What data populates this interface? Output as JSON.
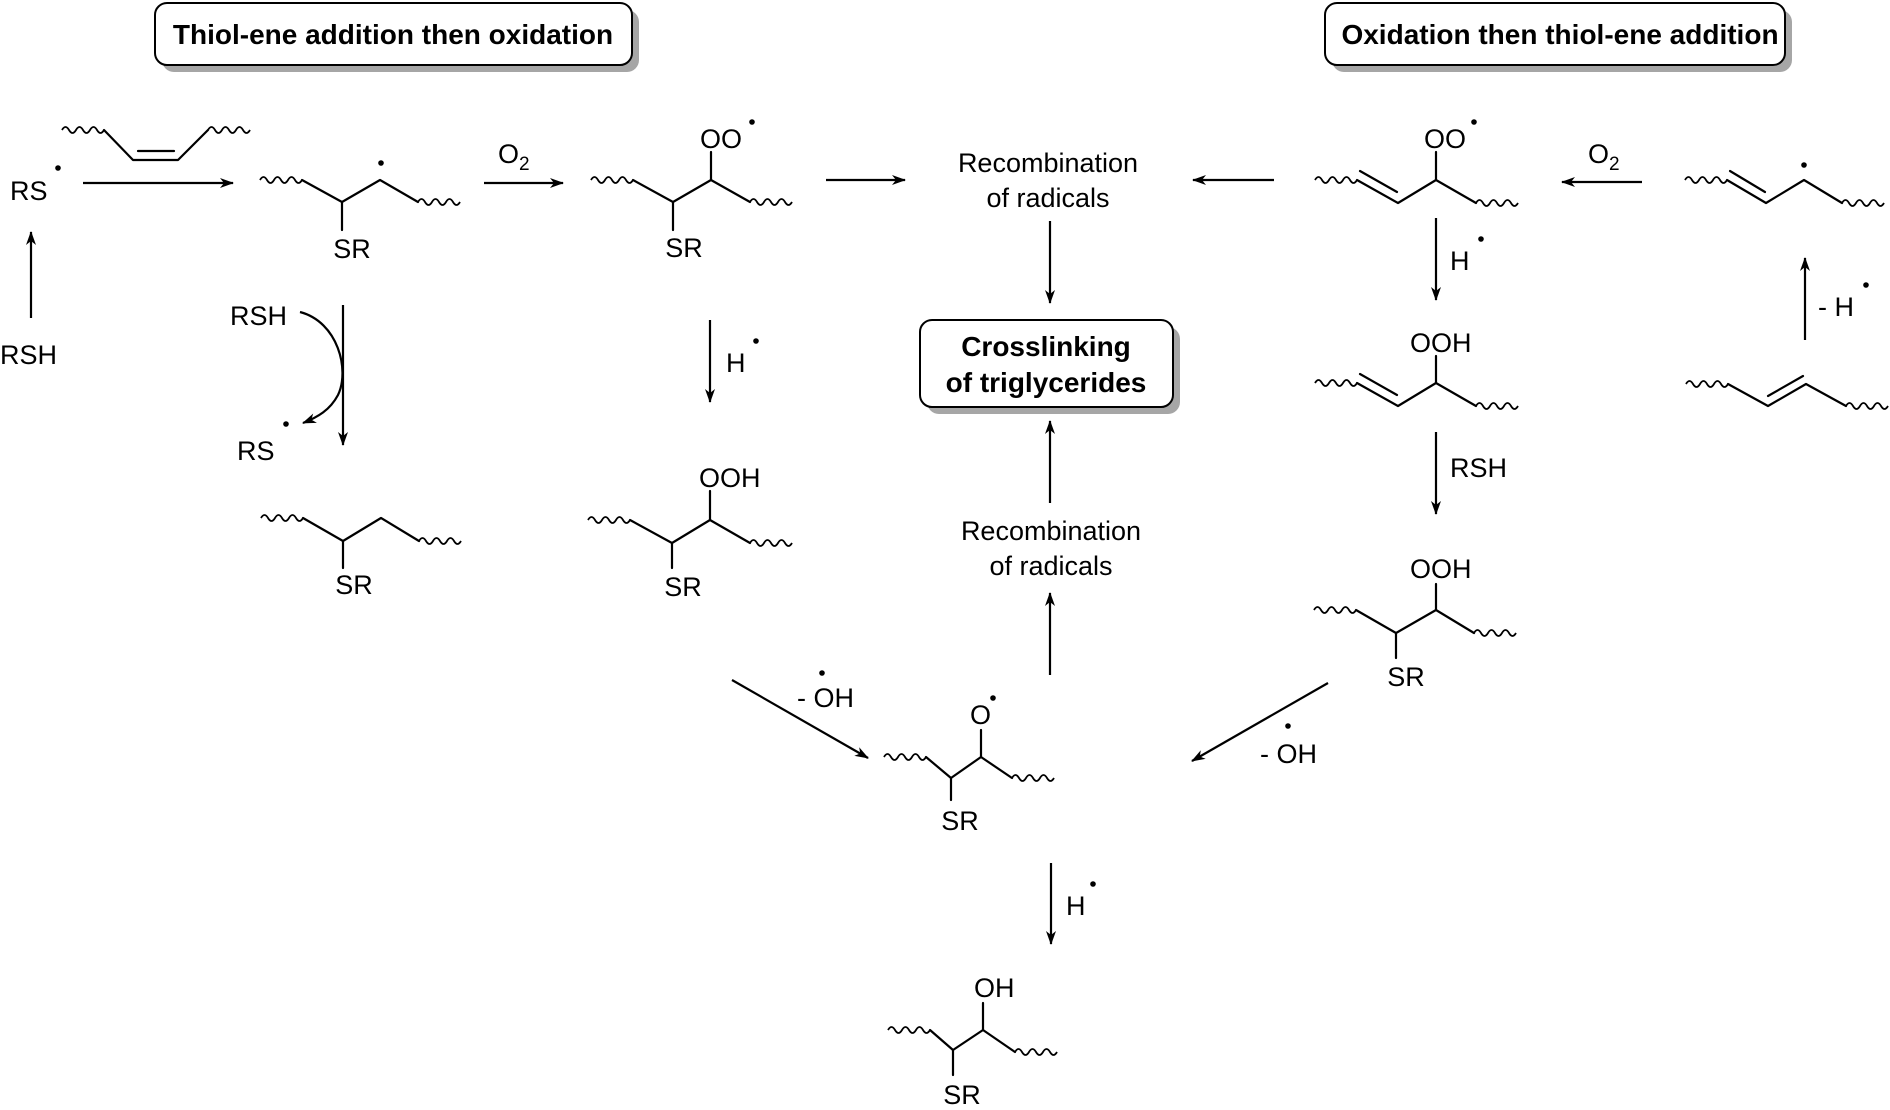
{
  "headers": {
    "left": "Thiol-ene addition then oxidation",
    "right": "Oxidation then thiol-ene addition"
  },
  "center_box": {
    "line1": "Crosslinking",
    "line2": "of triglycerides"
  },
  "recombination_top": {
    "line1": "Recombination",
    "line2": "of radicals"
  },
  "recombination_bottom": {
    "line1": "Recombination",
    "line2": "of radicals"
  },
  "reagents": {
    "rs_radical": "RS",
    "rsh_start": "RSH",
    "o2": "O",
    "o2_sub": "2",
    "rsh_curved": "RSH",
    "rs_regen": "RS",
    "h_radical": "H",
    "minus_oh": "- OH",
    "minus_h": "- H",
    "rsh_right": "RSH"
  },
  "substituents": {
    "sr": "SR",
    "oo_radical": "OO",
    "ooh": "OOH",
    "o_radical": "O",
    "oh": "OH"
  },
  "pathways": [
    {
      "from": "RSH",
      "to": "RS•"
    },
    {
      "from": "RS• + alkene",
      "to": "carbon radical (SR)"
    },
    {
      "from": "carbon radical (SR)",
      "to": "thioether",
      "reagent": "RSH → RS•"
    },
    {
      "from": "carbon radical (SR)",
      "to": "peroxyl radical (SR)",
      "reagent": "O2"
    },
    {
      "from": "peroxyl radical (SR)",
      "to": "Recombination of radicals"
    },
    {
      "from": "peroxyl radical (SR)",
      "to": "hydroperoxide (SR)",
      "reagent": "H•"
    },
    {
      "from": "hydroperoxide (SR)",
      "to": "alkoxyl radical (SR)",
      "reagent": "- •OH"
    },
    {
      "from": "trans-alkene",
      "to": "allyl radical",
      "reagent": "- H•"
    },
    {
      "from": "allyl radical",
      "to": "allylic peroxyl radical",
      "reagent": "O2"
    },
    {
      "from": "allylic peroxyl radical",
      "to": "Recombination of radicals"
    },
    {
      "from": "allylic peroxyl radical",
      "to": "allylic hydroperoxide",
      "reagent": "H•"
    },
    {
      "from": "allylic hydroperoxide",
      "to": "hydroperoxide (SR)",
      "reagent": "RSH"
    },
    {
      "from": "hydroperoxide (SR, right)",
      "to": "alkoxyl radical (SR)",
      "reagent": "- •OH"
    },
    {
      "from": "alkoxyl radical (SR)",
      "to": "Recombination of radicals"
    },
    {
      "from": "Recombination of radicals",
      "to": "Crosslinking of triglycerides"
    },
    {
      "from": "alkoxyl radical (SR)",
      "to": "alcohol (SR)",
      "reagent": "H•"
    }
  ]
}
